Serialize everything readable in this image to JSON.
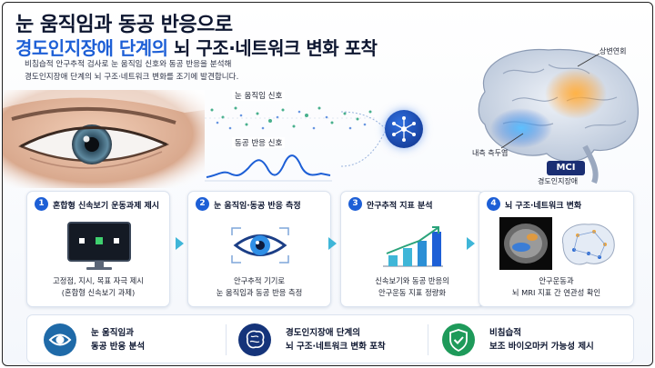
{
  "header": {
    "title_line1": "눈 움직임과 동공 반응으로",
    "title_line2_highlight": "경도인지장애 단계의",
    "title_line2_rest": " 뇌 구조·네트워크 변화 포착",
    "description": [
      "비침습적 안구추적 검사로 눈 움직임 신호와 동공 반응을 분석해",
      "경도인지장애 단계의 뇌 구조·네트워크 변화를 조기에 발견합니다."
    ]
  },
  "hero": {
    "eye_signal_label": "눈 움직임 신호",
    "pupil_signal_label": "동공 반응 신호",
    "brain_labels": {
      "parietal": "상변연회",
      "temporal": "내측 측두엽"
    },
    "mci_badge": "MCI",
    "mci_caption": "경도인지장애"
  },
  "steps": [
    {
      "num": "1",
      "title": "혼합형 신속보기 운동과제 제시",
      "desc": [
        "고정점, 지시, 목표 자극 제시",
        "(혼합형 신속보기 과제)"
      ],
      "icon": "monitor-icon"
    },
    {
      "num": "2",
      "title": "눈 움직임·동공 반응 측정",
      "desc": [
        "안구추적 기기로",
        "눈 움직임과 동공 반응 측정"
      ],
      "icon": "eye-icon"
    },
    {
      "num": "3",
      "title": "안구추적 지표 분석",
      "desc": [
        "신속보기와 동공 반응의",
        "안구운동 지표 정량화"
      ],
      "icon": "bar-chart-icon"
    },
    {
      "num": "4",
      "title": "뇌 구조·네트워크 변화",
      "desc": [
        "안구운동과",
        "뇌 MRI 지표 간 연관성 확인"
      ],
      "icon": "mri-brain-icon"
    }
  ],
  "summary": [
    {
      "line1": "눈 움직임과",
      "line2": "동공 반응 분석",
      "icon": "eye-icon",
      "color": "#1f6aa8"
    },
    {
      "line1": "경도인지장애 단계의",
      "line2": "뇌 구조·네트워크 변화 포착",
      "icon": "brain-icon",
      "color": "#15347a"
    },
    {
      "line1": "비침습적",
      "line2": "보조 바이오마커 가능성 제시",
      "icon": "shield-check-icon",
      "color": "#1e9a5a"
    }
  ]
}
